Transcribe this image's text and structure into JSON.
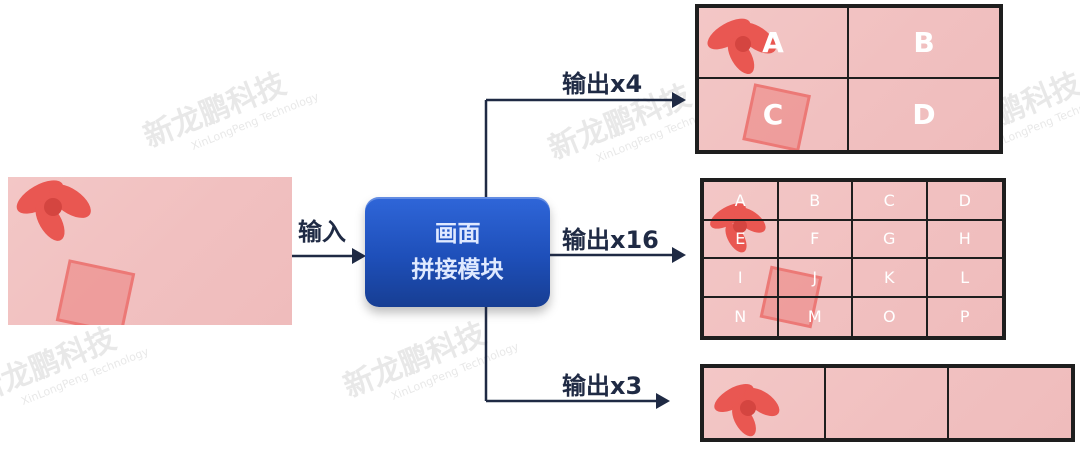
{
  "watermark": {
    "cn": "新龙鹏科技",
    "en": "XinLongPeng Technology"
  },
  "input_label": "输入",
  "module": {
    "line1": "画面",
    "line2": "拼接模块"
  },
  "outputs": {
    "x4": {
      "label": "输出x4",
      "cells": [
        "A",
        "B",
        "C",
        "D"
      ]
    },
    "x16": {
      "label": "输出x16",
      "cells": [
        "A",
        "B",
        "C",
        "D",
        "E",
        "F",
        "G",
        "H",
        "I",
        "J",
        "K",
        "L",
        "N",
        "M",
        "O",
        "P"
      ]
    },
    "x3": {
      "label": "输出x3"
    }
  },
  "colors": {
    "module": "#1e4fb9",
    "arrow": "#1f2a44",
    "image_pink": "#f1c0c0",
    "ribbon": "#e8443e"
  }
}
